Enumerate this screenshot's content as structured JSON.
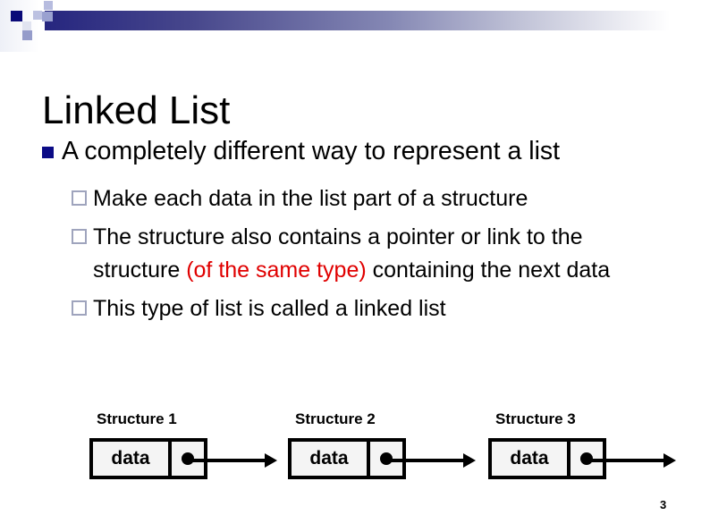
{
  "slide": {
    "title": "Linked List",
    "page_number": "3"
  },
  "bullets": {
    "level1": {
      "text": "A completely different way to represent a list"
    },
    "level2": [
      {
        "text": "Make each data in the list part of a structure"
      },
      {
        "pre": "The structure also contains a pointer or link to the structure ",
        "highlight": "(of the same type)",
        "post": " containing the next data"
      },
      {
        "text": "This type of list is called a linked list"
      }
    ]
  },
  "diagram": {
    "structures": [
      {
        "label": "Structure 1",
        "cell": "data"
      },
      {
        "label": "Structure 2",
        "cell": "data"
      },
      {
        "label": "Structure 3",
        "cell": "data"
      }
    ]
  },
  "colors": {
    "bullet_navy": "#0b0b86",
    "hollow_bullet_border": "#9fa4bd",
    "highlight_red": "#e00000",
    "deco_navy": "#26267f",
    "box_fill": "#f4f4f4"
  }
}
